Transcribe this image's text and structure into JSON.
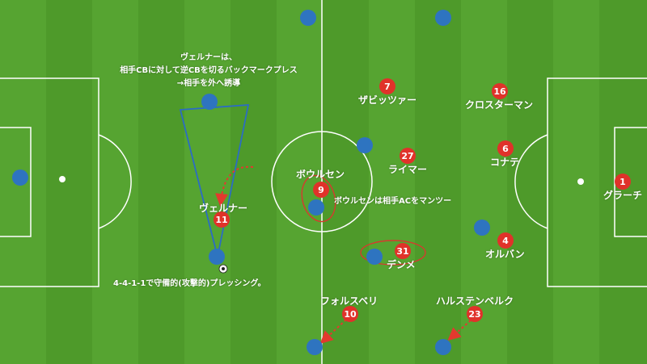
{
  "colors": {
    "pitch_dark": "#4e9a2a",
    "pitch_light": "#59a833",
    "line": "#ffffff",
    "blue_player": "#2e74c0",
    "red_player": "#e0322a",
    "triangle": "#2b6cc4",
    "arrow": "#e3392e",
    "ellipse": "#d63a2e"
  },
  "annotations": {
    "press_note_line1": "ヴェルナーは、",
    "press_note_line2": "相手CBに対して逆CBを切るバックマークプレス",
    "press_note_line3": "→相手を外へ誘導",
    "formation_note": "4-4-1-1で守備的(攻撃的)プレッシング。",
    "man_mark_note": "ボウルセンは相手ACをマンツー"
  },
  "players_red": [
    {
      "number": "7",
      "name": "ザビッツァー"
    },
    {
      "number": "16",
      "name": "クロスターマン"
    },
    {
      "number": "27",
      "name": "ライマー"
    },
    {
      "number": "6",
      "name": "コナテ"
    },
    {
      "number": "9",
      "name": "ボウルセン"
    },
    {
      "number": "1",
      "name": "グラーチ"
    },
    {
      "number": "11",
      "name": "ヴェルナー"
    },
    {
      "number": "31",
      "name": "デンメ"
    },
    {
      "number": "4",
      "name": "オルバン"
    },
    {
      "number": "10",
      "name": "フォルスベリ"
    },
    {
      "number": "23",
      "name": "ハルステンベルク"
    }
  ],
  "players_blue_count": 11
}
